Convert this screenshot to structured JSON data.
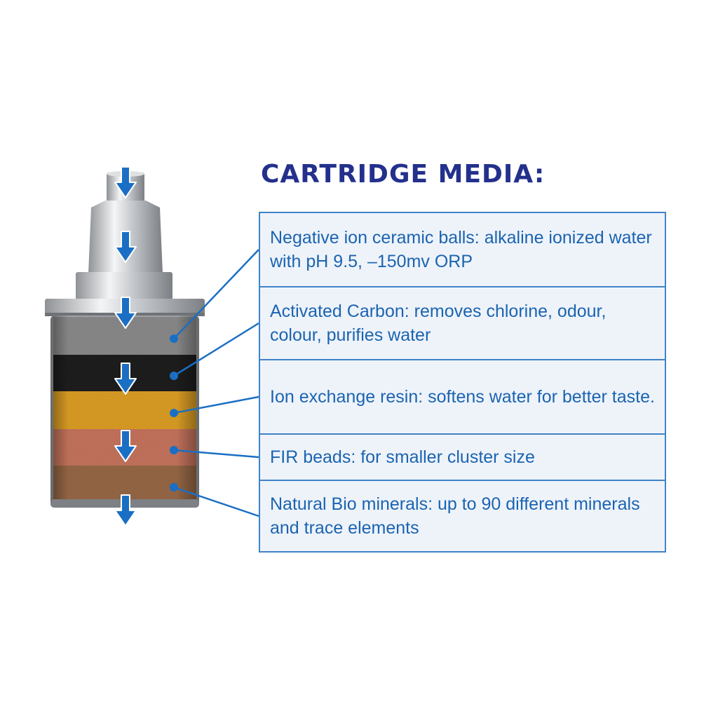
{
  "title": "CARTRIDGE MEDIA:",
  "colors": {
    "title": "#23308c",
    "box_text": "#1b64b0",
    "box_border": "#3f83c8",
    "box_fill": "#eef3fa",
    "arrow": "#1a6fc4",
    "leader_line": "#1a6fc4"
  },
  "layers": [
    {
      "name": "ceramic-balls",
      "label": "Negative ion ceramic balls: alkaline ionized water with pH 9.5, –150mv ORP",
      "color": "#8d8d8d"
    },
    {
      "name": "activated-carbon",
      "label": "Activated Carbon: removes chlorine, odour, colour, purifies water",
      "color": "#1e1e1e"
    },
    {
      "name": "ion-exchange-resin",
      "label": "Ion exchange resin: softens water for better taste.",
      "color": "#e0a126"
    },
    {
      "name": "fir-beads",
      "label": "FIR beads: for smaller cluster size",
      "color": "#c9765f"
    },
    {
      "name": "bio-minerals",
      "label": "Natural Bio minerals: up to 90 different minerals and trace elements",
      "color": "#9a6a48"
    }
  ],
  "icons": {
    "flow_arrow": "down-arrow-icon"
  }
}
